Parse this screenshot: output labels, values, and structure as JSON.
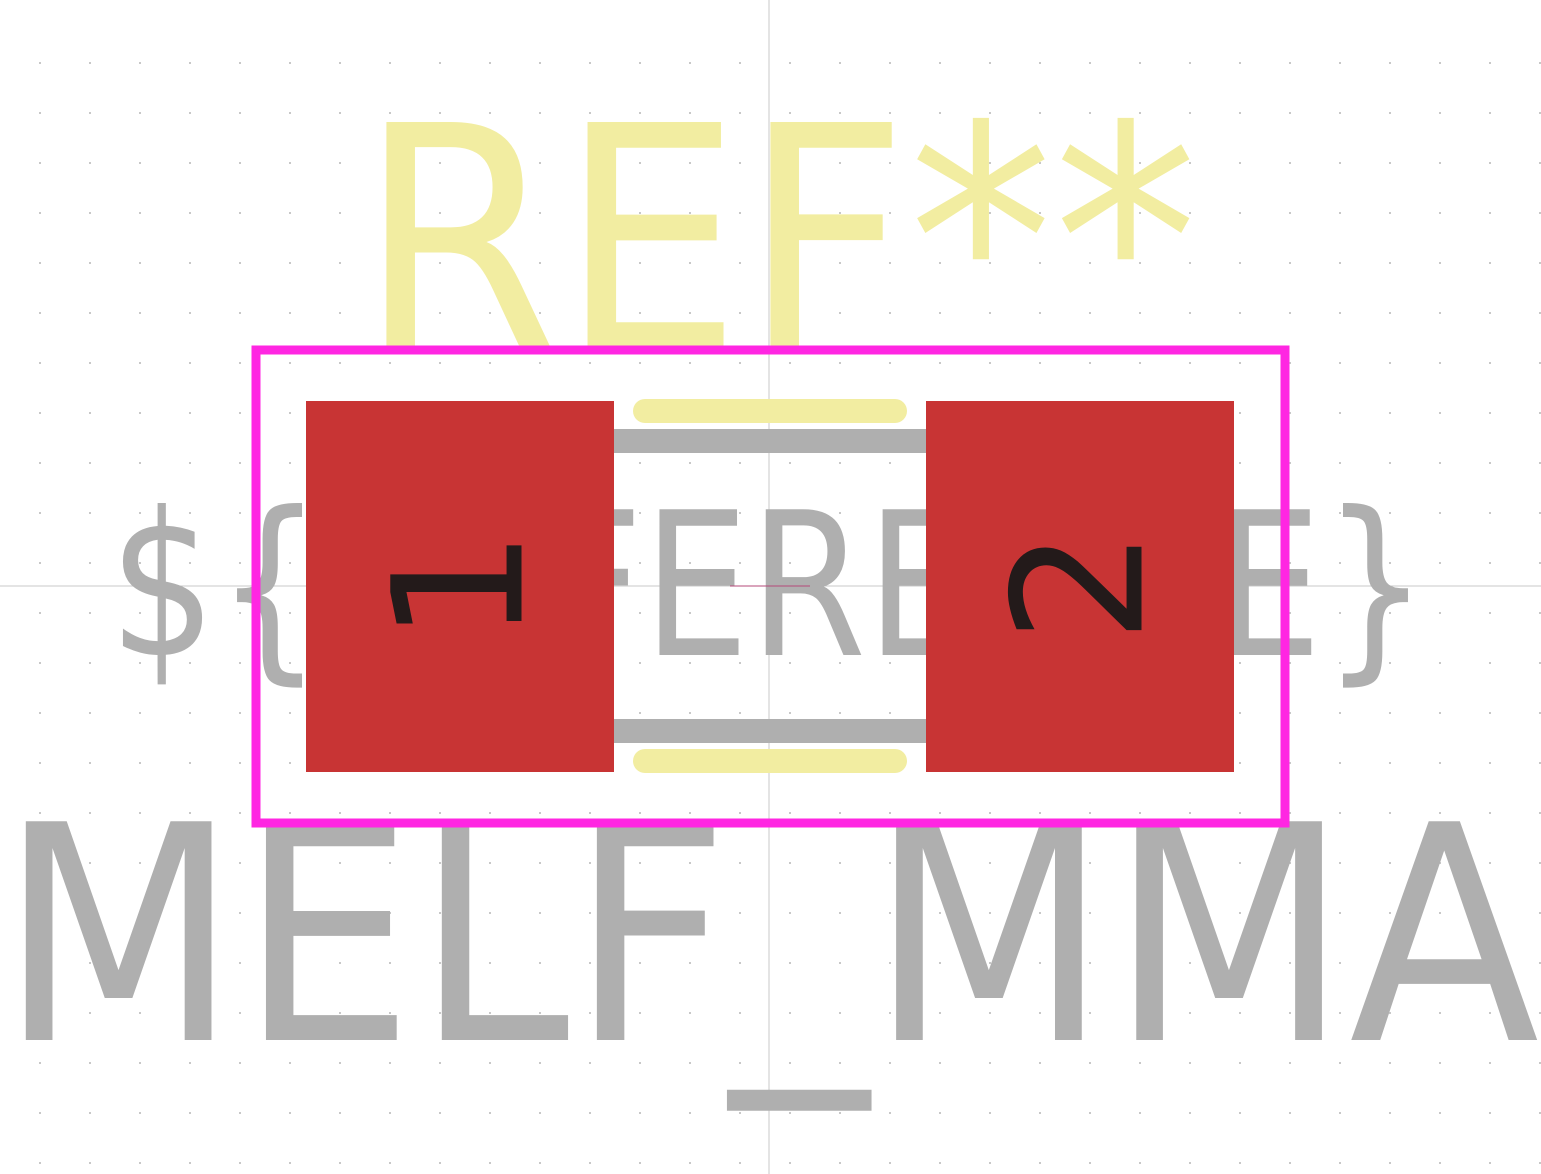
{
  "footprint": {
    "reference_label": "REF**",
    "value_label": "MELF_MMA",
    "fab_reference_label": "${REFERENCE}",
    "pads": [
      {
        "number": "1"
      },
      {
        "number": "2"
      }
    ]
  },
  "colors": {
    "background": "#ffffff",
    "grid_dot": "#c8c8c8",
    "axis_line": "#c8c8c8",
    "silkscreen": "#f2eda1",
    "fabrication": "#afafaf",
    "courtyard": "#ff26e2",
    "pad_copper": "#c83434",
    "pad_number": "#231a1a",
    "origin_marker": "#b44a7a"
  }
}
